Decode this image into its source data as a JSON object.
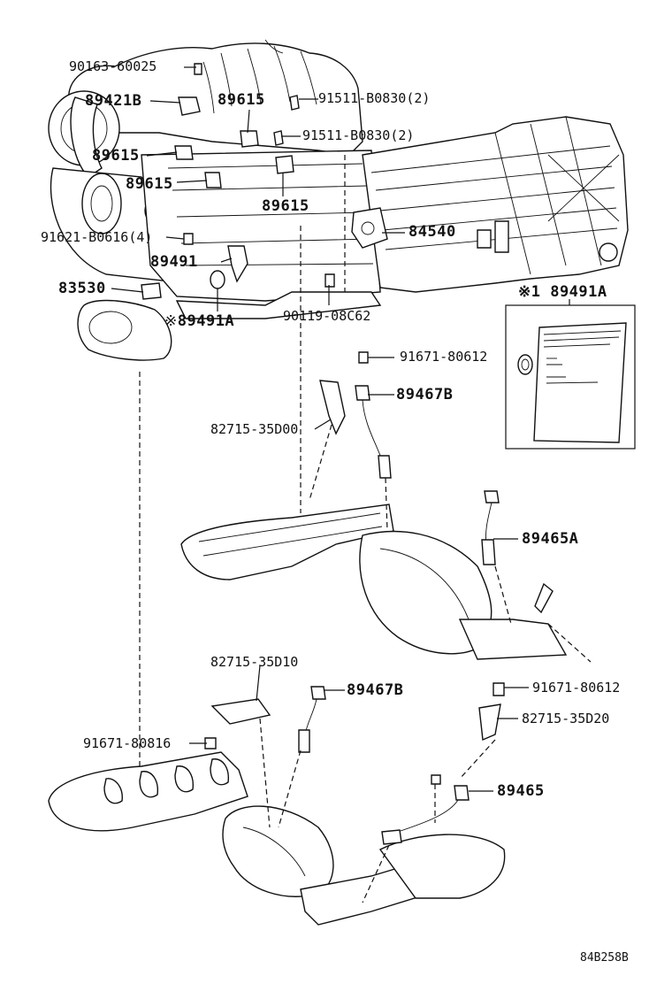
{
  "labels": {
    "p90163": "90163-60025",
    "p89421B": "89421B",
    "p89615_a": "89615",
    "p91511_a": "91511-B0830(2)",
    "p91511_b": "91511-B0830(2)",
    "p89615_b": "89615",
    "p89615_c": "89615",
    "p89615_d": "89615",
    "p84540": "84540",
    "p91621": "91621-B0616(4)",
    "p89491": "89491",
    "p83530": "83530",
    "p89491A_note": "※1 89491A",
    "p89491A": "89491A",
    "p90119": "90119-08C62",
    "p91671_a": "91671-80612",
    "p89467B_a": "89467B",
    "p82715_35D00": "82715-35D00",
    "p89465A": "89465A",
    "p82715_35D10": "82715-35D10",
    "p89467B_b": "89467B",
    "p91671_b": "91671-80612",
    "p82715_35D20": "82715-35D20",
    "p91671_80816": "91671-80816",
    "p89465": "89465",
    "diagram_code": "84B258B"
  }
}
